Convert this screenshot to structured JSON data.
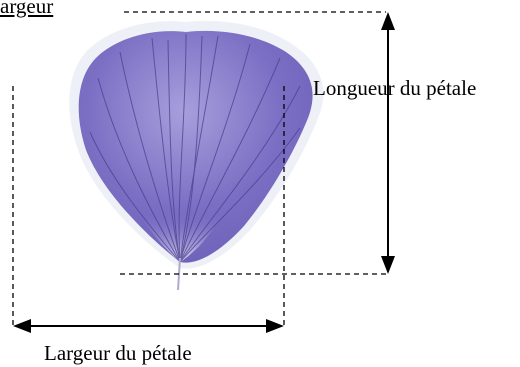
{
  "heading_fragment": "argeur",
  "labels": {
    "length": "Longueur du pétale",
    "width": "Largeur du pétale"
  },
  "colors": {
    "petal": "#7b6fc4",
    "petal_light": "#a79fdc",
    "petal_vein": "#4a3f8f",
    "halo": "#eef0f7",
    "lines": "#000000"
  }
}
